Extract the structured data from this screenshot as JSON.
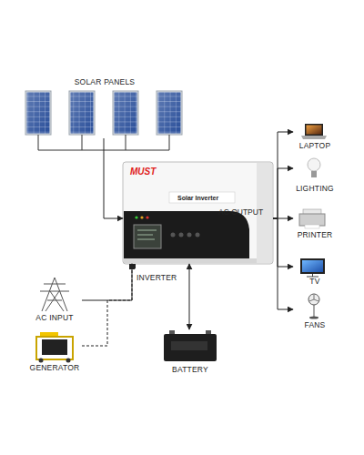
{
  "diagram": {
    "nodes": [
      {
        "text": [
          "SOLAR PANELS"
        ]
      },
      {
        "text": [
          "MUST",
          "Solar Inverter",
          "INVERTER"
        ]
      },
      {
        "text": [
          "LAPTOP"
        ]
      },
      {
        "text": [
          "LIGHTING"
        ]
      },
      {
        "text": [
          "PRINTER"
        ]
      },
      {
        "text": [
          "TV"
        ]
      },
      {
        "text": [
          "FANS"
        ]
      },
      {
        "text": [
          "AC INPUT"
        ]
      },
      {
        "text": [
          "GENERATOR"
        ]
      },
      {
        "text": [
          "BATTERY"
        ]
      }
    ],
    "edges": [
      {
        "from": 0,
        "to": 1,
        "arrow": "to"
      },
      {
        "from": 1,
        "to": 2,
        "arrow": "to"
      },
      {
        "from": 1,
        "to": 3,
        "arrow": "to"
      },
      {
        "from": 1,
        "to": 4,
        "label": "AC OUTPUT",
        "arrow": "to"
      },
      {
        "from": 1,
        "to": 5,
        "arrow": "to"
      },
      {
        "from": 1,
        "to": 6,
        "arrow": "to"
      },
      {
        "from": 7,
        "to": 1,
        "arrow": "to"
      },
      {
        "from": 8,
        "to": 1,
        "arrow": "to"
      },
      {
        "from": 1,
        "to": 9,
        "arrow": "both"
      }
    ]
  }
}
